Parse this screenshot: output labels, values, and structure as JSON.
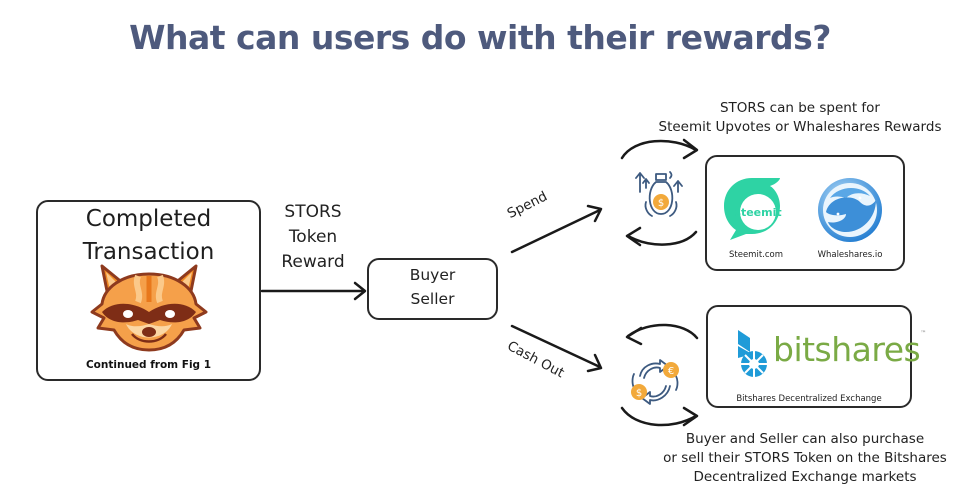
{
  "title": "What can users do with their rewards?",
  "completed_transaction": {
    "title_line1": "Completed",
    "title_line2": "Transaction",
    "mascot_icon": "raccoon-mascot-icon",
    "footnote": "Continued from Fig 1"
  },
  "reward_arrow": {
    "line1": "STORS",
    "line2": "Token",
    "line3": "Reward"
  },
  "buyer_seller": {
    "line1": "Buyer",
    "line2": "Seller"
  },
  "branches": {
    "spend": "Spend",
    "cash_out": "Cash Out"
  },
  "spend_section": {
    "caption_line1": "STORS can be spent for",
    "caption_line2": "Steemit Upvotes or Whaleshares Rewards",
    "cycle_icon": "money-bag-growth-icon",
    "platforms": [
      {
        "name": "Steemit.com",
        "logo_text": "steemit",
        "icon": "steemit-logo-icon",
        "color": "#2ed3a4"
      },
      {
        "name": "Whaleshares.io",
        "icon": "whaleshares-logo-icon",
        "color": "#2a7fd4"
      }
    ]
  },
  "cashout_section": {
    "cycle_icon": "currency-exchange-icon",
    "exchange_name": "bitshares",
    "exchange_label": "Bitshares Decentralized Exchange",
    "logo_color_blue": "#1f9bd8",
    "logo_color_green": "#7aaa45",
    "caption_line1": "Buyer and Seller can also purchase",
    "caption_line2": "or sell their STORS Token on the Bitshares",
    "caption_line3": "Decentralized Exchange markets"
  },
  "colors": {
    "title": "#4e5a7d",
    "coin": "#f2a93b",
    "icon_outline": "#3d5a80"
  }
}
